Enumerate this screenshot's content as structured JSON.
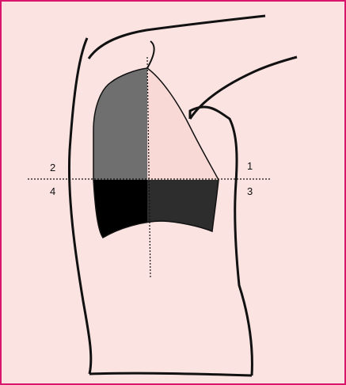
{
  "diagram": {
    "colors": {
      "frame_border": "#d8166b",
      "background": "#fbe3e1",
      "outline": "#111111",
      "quadrant_upper_left": "#6f6f6f",
      "quadrant_upper_right": "#f8d9d6",
      "quadrant_lower_left": "#000000",
      "quadrant_lower_right": "#2d2d2d"
    },
    "labels": {
      "q1": "1",
      "q2": "2",
      "q3": "3",
      "q4": "4"
    }
  }
}
